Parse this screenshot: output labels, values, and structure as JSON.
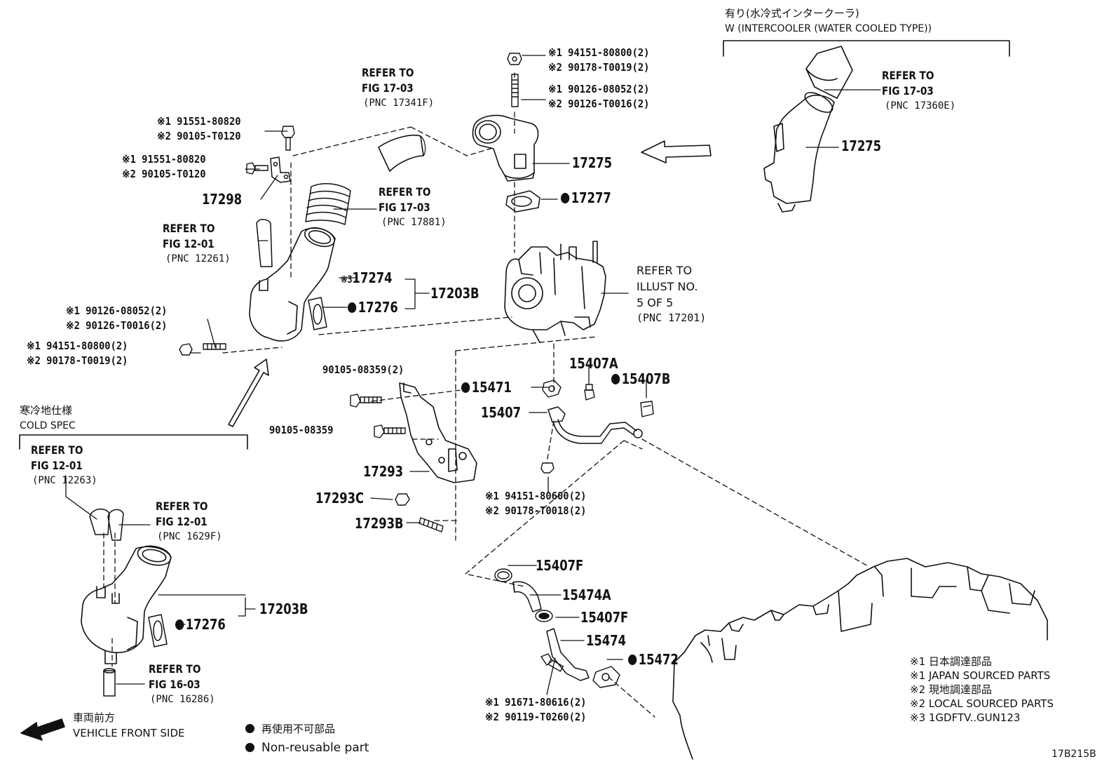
{
  "header": {
    "option_jp": "有り(水冷式インタークーラ)",
    "option_en": "W (INTERCOOLER (WATER COOLED TYPE))"
  },
  "refs": {
    "fig1703_a": {
      "l1": "REFER TO",
      "l2": "FIG 17-03",
      "pnc": "(PNC 17341F)"
    },
    "fig1703_b": {
      "l1": "REFER TO",
      "l2": "FIG 17-03",
      "pnc": "(PNC 17881)"
    },
    "fig1703_c": {
      "l1": "REFER TO",
      "l2": "FIG 17-03",
      "pnc": "(PNC 17360E)"
    },
    "fig1201_a": {
      "l1": "REFER TO",
      "l2": "FIG 12-01",
      "pnc": "(PNC 12261)"
    },
    "fig1201_b": {
      "l1": "REFER TO",
      "l2": "FIG 12-01",
      "pnc": "(PNC 12263)"
    },
    "fig1201_c": {
      "l1": "REFER TO",
      "l2": "FIG 12-01",
      "pnc": "(PNC 1629F)"
    },
    "fig1603": {
      "l1": "REFER TO",
      "l2": "FIG 16-03",
      "pnc": "(PNC 16286)"
    },
    "illust": {
      "l1": "REFER TO",
      "l2": "ILLUST NO.",
      "l3": "5 OF 5",
      "pnc": "(PNC 17201)"
    }
  },
  "codes": {
    "nut_top_1": "※1 94151-80800(2)",
    "nut_top_2": "※2 90178-T0019(2)",
    "stud_top_1": "※1 90126-08052(2)",
    "stud_top_2": "※2 90126-T0016(2)",
    "bolt_a_1": "※1 91551-80820",
    "bolt_a_2": "※2 90105-T0120",
    "bolt_b_1": "※1 91551-80820",
    "bolt_b_2": "※2 90105-T0120",
    "stud_left_1": "※1 90126-08052(2)",
    "stud_left_2": "※2 90126-T0016(2)",
    "nut_left_1": "※1 94151-80800(2)",
    "nut_left_2": "※2 90178-T0019(2)",
    "bolt_9010_2": "90105-08359(2)",
    "bolt_9010": "90105-08359",
    "nut_mid_1": "※1 94151-80600(2)",
    "nut_mid_2": "※2 90178-T0018(2)",
    "bolt_low_1": "※1 91671-80616(2)",
    "bolt_low_2": "※2 90119-T0260(2)"
  },
  "parts": {
    "p17275_a": "17275",
    "p17275_b": "17275",
    "p17277": "17277",
    "p17298": "17298",
    "p17274": "17274",
    "p17274_prefix": "※3",
    "p17276_a": "17276",
    "p17276_b": "17276",
    "p17203b_a": "17203B",
    "p17203b_b": "17203B",
    "p15471": "15471",
    "p15407": "15407",
    "p15407a": "15407A",
    "p15407b": "15407B",
    "p17293": "17293",
    "p17293c": "17293C",
    "p17293b": "17293B",
    "p15407f_a": "15407F",
    "p15474a": "15474A",
    "p15407f_b": "15407F",
    "p15474": "15474",
    "p15472": "15472"
  },
  "cold_spec": {
    "jp": "寒冷地仕様",
    "en": "COLD SPEC"
  },
  "vehicle_front": {
    "jp": "車両前方",
    "en": "VEHICLE FRONT SIDE"
  },
  "legend": {
    "jp": "再使用不可部品",
    "en": "Non-reusable part"
  },
  "notes": [
    "※1  日本調達部品",
    "※1  JAPAN SOURCED PARTS",
    "※2  現地調達部品",
    "※2  LOCAL SOURCED PARTS",
    "※3 1GDFTV..GUN123"
  ],
  "figure_id": "17B215B"
}
